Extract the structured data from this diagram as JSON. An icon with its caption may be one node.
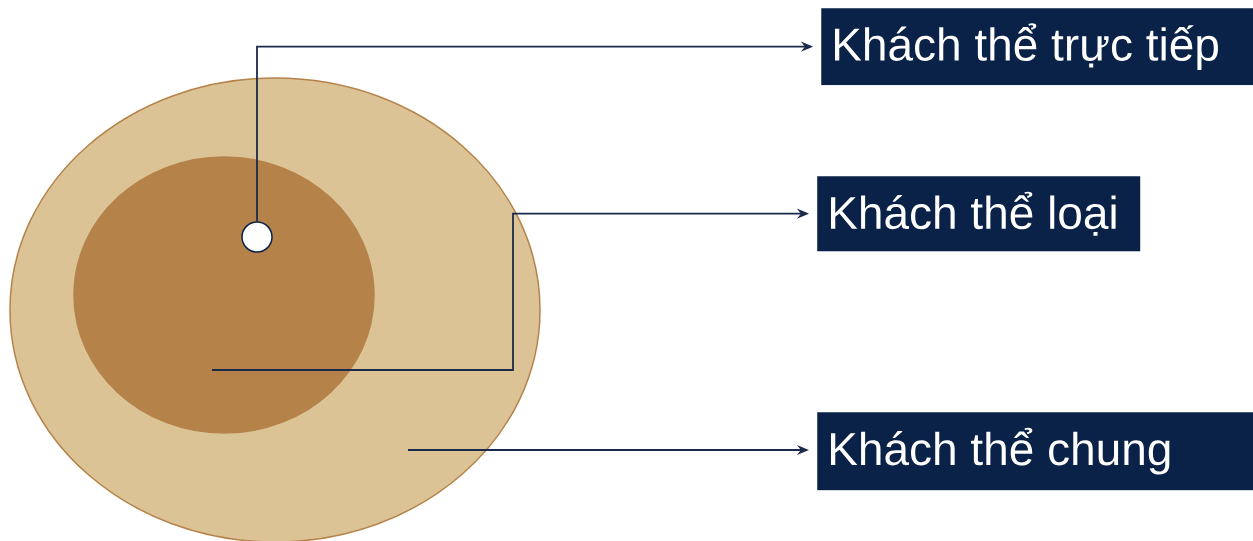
{
  "diagram": {
    "nodes": [
      {
        "text": [],
        "shape": "circle"
      },
      {
        "text": [],
        "shape": "circle",
        "in": 0
      },
      {
        "text": [],
        "shape": "circle",
        "in": 1
      },
      {
        "text": [
          "Khách thể trực tiếp"
        ]
      },
      {
        "text": [
          "Khách thể loại"
        ]
      },
      {
        "text": [
          "Khách thể chung"
        ]
      }
    ],
    "edges": [
      {
        "from": 2,
        "to": 3,
        "arrow": "to"
      },
      {
        "from": 1,
        "to": 4,
        "arrow": "to"
      },
      {
        "from": 0,
        "to": 5,
        "arrow": "to"
      }
    ]
  }
}
